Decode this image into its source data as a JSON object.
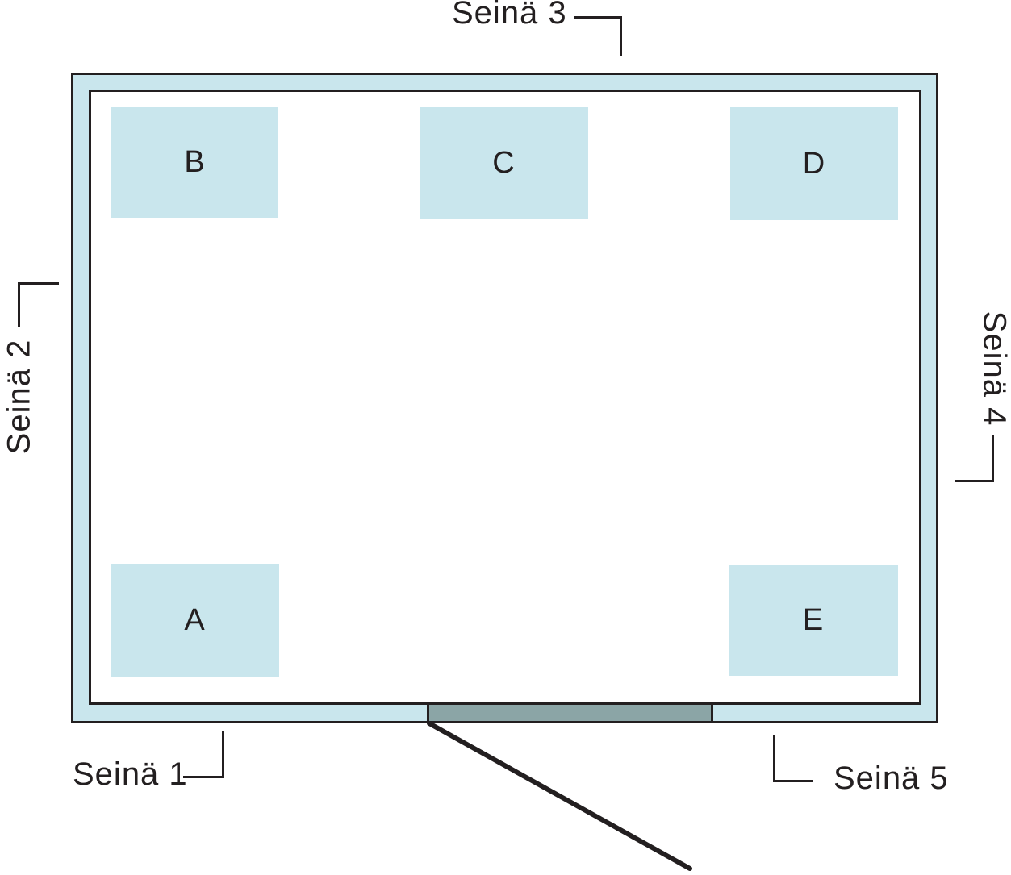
{
  "diagram": {
    "kind": "room floor plan with labeled walls and zones"
  },
  "walls": [
    {
      "id": "seina-1",
      "label": "Seinä 1",
      "side": "bottom-left"
    },
    {
      "id": "seina-2",
      "label": "Seinä 2",
      "side": "left"
    },
    {
      "id": "seina-3",
      "label": "Seinä 3",
      "side": "top"
    },
    {
      "id": "seina-4",
      "label": "Seinä 4",
      "side": "right"
    },
    {
      "id": "seina-5",
      "label": "Seinä 5",
      "side": "bottom-right"
    }
  ],
  "zones": [
    {
      "label": "A",
      "side": "bottom-left"
    },
    {
      "label": "B",
      "side": "top-left"
    },
    {
      "label": "C",
      "side": "top-center"
    },
    {
      "label": "D",
      "side": "top-right"
    },
    {
      "label": "E",
      "side": "bottom-right"
    }
  ],
  "door": {
    "side": "bottom",
    "swing": "opens outward to lower-right"
  },
  "colors": {
    "wall_fill": "#c9e6ed",
    "zone_fill": "#c9e6ed",
    "door_fill": "#8ba5a6",
    "line": "#231f20",
    "floor": "#ffffff",
    "background": "#ffffff"
  }
}
